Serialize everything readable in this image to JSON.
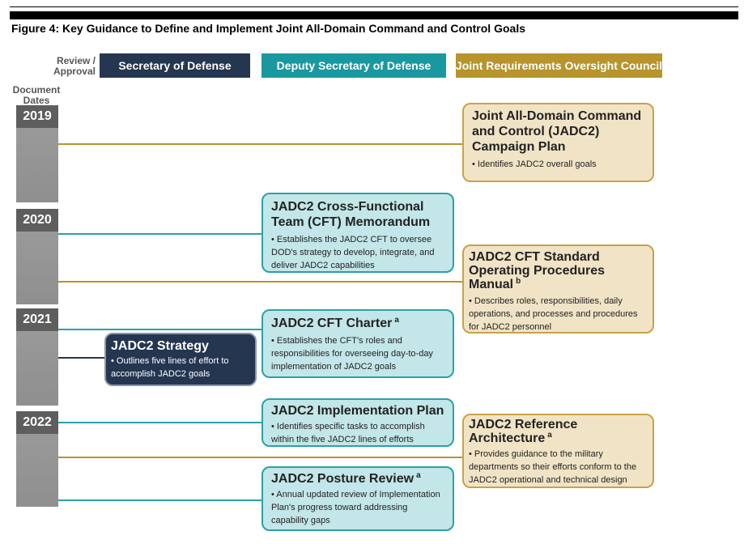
{
  "figure": {
    "title": "Figure 4: Key Guidance to Define and Implement Joint All-Domain Command and Control Goals"
  },
  "labels": {
    "review_approval": "Review / Approval",
    "document_dates": "Document Dates"
  },
  "approvers": [
    "Secretary of Defense",
    "Deputy Secretary of Defense",
    "Joint Requirements Oversight Council"
  ],
  "years": [
    "2019",
    "2020",
    "2021",
    "2022"
  ],
  "documents": [
    {
      "title": "Joint All-Domain Command and Control (JADC2) Campaign Plan",
      "note": "",
      "description": "• Identifies JADC2 overall goals",
      "approver": "Joint Requirements Oversight Council",
      "year": "2019"
    },
    {
      "title": "JADC2 Cross-Functional Team (CFT) Memorandum",
      "note": "",
      "description": "• Establishes the JADC2 CFT to oversee DOD's strategy to develop, integrate, and deliver JADC2 capabilities",
      "approver": "Deputy Secretary of Defense",
      "year": "2020"
    },
    {
      "title": "JADC2 CFT Standard Operating Procedures Manual",
      "note": "b",
      "description": "• Describes roles, responsibilities, daily operations, and processes and procedures for JADC2 personnel",
      "approver": "Joint Requirements Oversight Council",
      "year": "2020"
    },
    {
      "title": "JADC2 CFT Charter",
      "note": "a",
      "description": "• Establishes the CFT's roles and responsibilities for overseeing day-to-day implementation of JADC2 goals",
      "approver": "Deputy Secretary of Defense",
      "year": "2021"
    },
    {
      "title": "JADC2 Strategy",
      "note": "",
      "description": "• Outlines five lines of effort to accomplish JADC2 goals",
      "approver": "Secretary of Defense",
      "year": "2021"
    },
    {
      "title": "JADC2 Implementation Plan",
      "note": "",
      "description": "• Identifies specific tasks to accomplish within the five JADC2 lines of efforts",
      "approver": "Deputy Secretary of Defense",
      "year": "2022"
    },
    {
      "title": "JADC2 Reference Architecture",
      "note": "a",
      "description": "• Provides guidance to the military departments so their efforts conform to the JADC2 operational and technical design",
      "approver": "Joint Requirements Oversight Council",
      "year": "2022"
    },
    {
      "title": "JADC2 Posture Review",
      "note": "a",
      "description": "• Annual updated review of Implementation Plan's progress toward addressing capability gaps",
      "approver": "Deputy Secretary of Defense",
      "year": "2022"
    }
  ],
  "colors": {
    "secretary_of_defense": "#243650",
    "deputy_secretary_of_defense": "#1a98a0",
    "joint_requirements_oversight_council": "#b7942c",
    "year_band": "#8f8f8f"
  }
}
